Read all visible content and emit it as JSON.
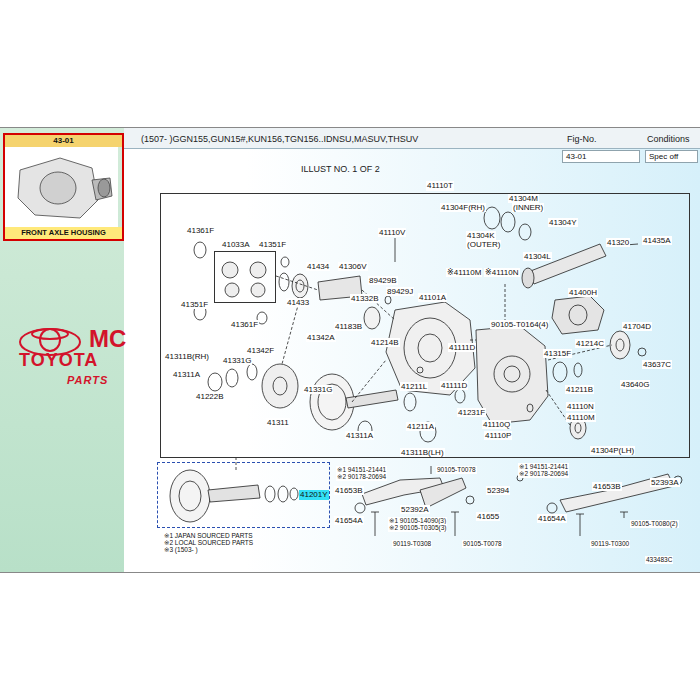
{
  "diagram": {
    "nodes": [
      {
        "text": [
          "43-01",
          "FRONT AXLE HOUSING"
        ]
      },
      {
        "text": [
          "43-01"
        ]
      },
      {
        "text": [
          "Spec off"
        ]
      },
      {
        "text": [
          "41110T"
        ]
      },
      {
        "text": [
          "41033A"
        ],
        "in": 3
      },
      {
        "text": [
          "41201Y"
        ]
      }
    ],
    "labels": [
      "(1507-        )GGN155,GUN15#,KUN156,TGN156..IDNSU,MASUV,THSUV",
      "Fig-No.",
      "Conditions",
      "ILLUST NO. 1 OF 2",
      "41304F(RH)",
      "41304M",
      "(INNER)",
      "41304K",
      "(OUTER)",
      "41304Y",
      "41320",
      "41435A",
      "41110V",
      "41361F",
      "41351F",
      "41434",
      "41306V",
      "89429B",
      "89429J",
      "※41110M",
      "※41110N",
      "41304L",
      "41433",
      "41332B",
      "41101A",
      "41400H",
      "41351F",
      "41361F",
      "41183B",
      "90105-T0164(4)",
      "41704D",
      "41342A",
      "41342F",
      "41214B",
      "41111D",
      "41214C",
      "41315F",
      "41311B(RH)",
      "41331G",
      "43637C",
      "41311A",
      "43640G",
      "41211L",
      "41111D",
      "41331G",
      "41211B",
      "41222B",
      "41110N",
      "41231F",
      "41110M",
      "41311",
      "41211A",
      "41110Q",
      "41110P",
      "41311A",
      "41304P(LH)",
      "41311B(LH)",
      "※1 94151-21441",
      "※2 90178-20694",
      "90105-T0078",
      "※1 94151-21441",
      "※2 90178-20694",
      "41653B",
      "52394",
      "41653B",
      "52393A",
      "52392A",
      "※1 90105-14090(3)",
      "※2 90105-T0305(3)",
      "41655",
      "41654A",
      "41654A",
      "90105-T0080(2)",
      "90119-T0308",
      "90105-T0078",
      "90119-T0300",
      "※1 JAPAN SOURCED PARTS",
      "※2 LOCAL SOURCED PARTS",
      "※3 (1503-        )",
      "433483C",
      "MC",
      "TOYOTA",
      "PARTS"
    ]
  }
}
